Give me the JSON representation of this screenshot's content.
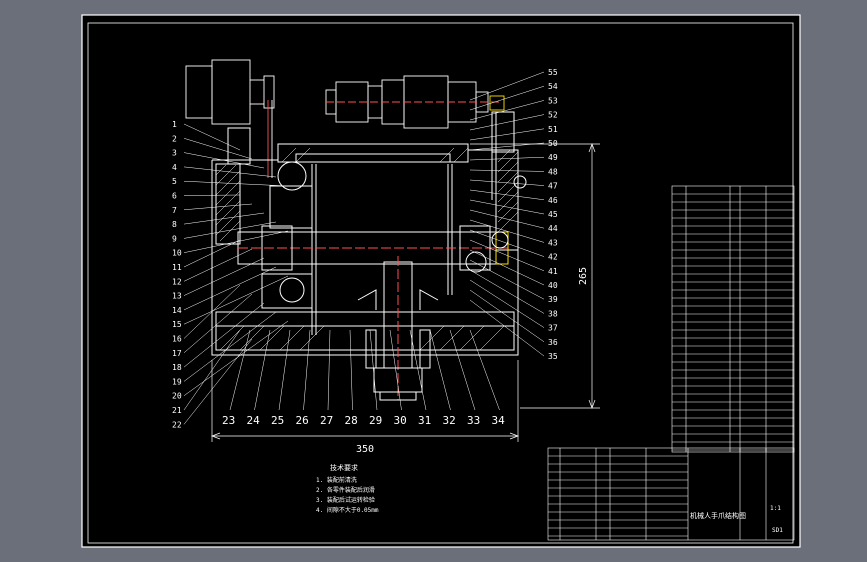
{
  "colors": {
    "background": "#6b6f7a",
    "sheet": "#000000",
    "line": "#ffffff",
    "accent_red": "#ff5050",
    "accent_yellow": "#ffe100"
  },
  "drawing": {
    "left_balloons": [
      "1",
      "2",
      "3",
      "4",
      "5",
      "6",
      "7",
      "8",
      "9",
      "10",
      "11",
      "12",
      "13",
      "14",
      "15",
      "16",
      "17",
      "18",
      "19",
      "20",
      "21",
      "22"
    ],
    "right_balloons": [
      "55",
      "54",
      "53",
      "52",
      "51",
      "50",
      "49",
      "48",
      "47",
      "46",
      "45",
      "44",
      "43",
      "42",
      "41",
      "40",
      "39",
      "38",
      "37",
      "36",
      "35"
    ],
    "bottom_balloons": [
      "23",
      "24",
      "25",
      "26",
      "27",
      "28",
      "29",
      "30",
      "31",
      "32",
      "33",
      "34"
    ],
    "dim_width": "350",
    "dim_height": "265"
  },
  "notes": {
    "title": "技术要求",
    "lines": [
      "1. 装配前清洗",
      "2. 各零件装配后润滑",
      "3. 装配后试运转检验",
      "4. 间隙不大于0.05mm"
    ]
  },
  "title_block": {
    "drawing_title": "机械人手爪结构图",
    "drawing_no": "SD1",
    "scale": "1:1"
  }
}
